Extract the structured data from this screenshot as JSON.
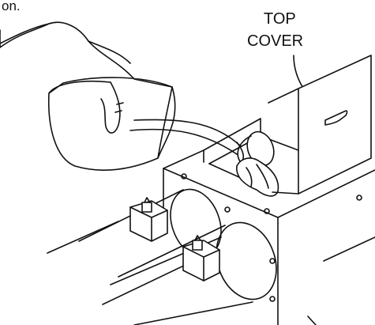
{
  "caption_fragment": "on.",
  "callout": {
    "line1": "TOP",
    "line2": "COVER"
  },
  "colors": {
    "ink": "#111111",
    "paper": "#ffffff",
    "shade": "#d9d9d9"
  }
}
